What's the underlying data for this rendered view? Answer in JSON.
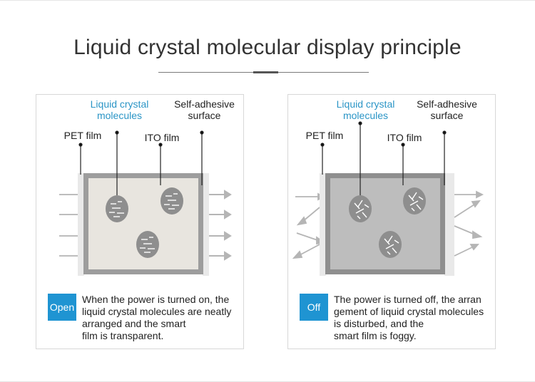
{
  "title": "Liquid crystal molecular display principle",
  "panels": [
    {
      "state_badge": "Open",
      "labels": {
        "molecules": "Liquid crystal\nmolecules",
        "adhesive": "Self-adhesive\nsurface",
        "pet": "PET film",
        "ito": "ITO film"
      },
      "description": "When the power is turned on, the\nliquid crystal molecules are neatly\narranged and the smart\nfilm is transparent.",
      "light": "transmitted"
    },
    {
      "state_badge": "Off",
      "labels": {
        "molecules": "Liquid crystal\nmolecules",
        "adhesive": "Self-adhesive\nsurface",
        "pet": "PET film",
        "ito": "ITO film"
      },
      "description": "The power is turned off, the arran\ngement of liquid crystal molecules\nis disturbed, and the\nsmart film is foggy.",
      "light": "scattered"
    }
  ],
  "colors": {
    "accent_blue": "#2b95c6",
    "badge_blue": "#1f94d2",
    "frame_on": "#9d9d9d",
    "inner_on": "#e8e5df",
    "frame_off": "#8f8f8f",
    "inner_off": "#bdbdbd",
    "arrow": "#b5b5b5"
  }
}
